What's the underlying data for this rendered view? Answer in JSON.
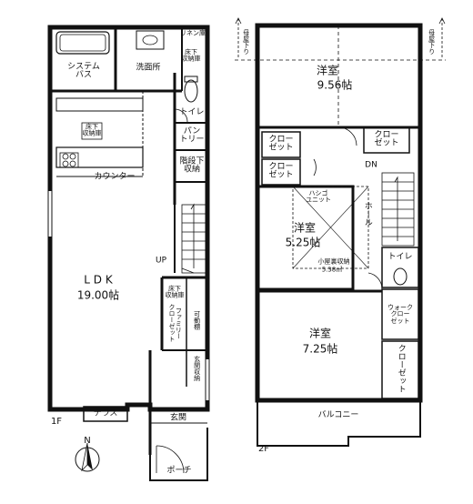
{
  "floor1": {
    "floor_label": "1F",
    "rooms": {
      "system_bath": "システム\nバス",
      "washroom": "洗面所",
      "linen": "リネン庫",
      "underfloor_storage_top": "床下\n収納庫",
      "toilet": "トイレ",
      "pantry": "パン\nトリー",
      "underfloor_kitchen": "床下\n収納庫",
      "counter": "カウンター",
      "under_stair_storage": "階段下\n収納",
      "up": "UP",
      "ldk_name": "L D K",
      "ldk_size": "19.00帖",
      "underfloor_storage_family": "床下\n収納庫",
      "family_closet": "ファミリー\nクローゼット",
      "movable_shelf": "可動棚",
      "entry_storage": "玄関収納",
      "terrace": "テラス",
      "entrance": "玄関",
      "porch": "ポーチ"
    }
  },
  "floor2": {
    "floor_label": "2F",
    "rooms": {
      "western_room_1_name": "洋室",
      "western_room_1_size": "9.56帖",
      "eave_left": "母屋下り",
      "eave_right": "母屋下り",
      "closet_a": "クロー\nゼット",
      "closet_b": "クロー\nゼット",
      "closet_c": "クロー\nゼット",
      "dn": "DN",
      "hatch": "ハシゴ\nユニット",
      "hall": "ホール",
      "western_room_2_name": "洋室",
      "western_room_2_size": "5.25帖",
      "attic_storage": "小屋裏収納",
      "attic_size": "5.38㎡",
      "toilet": "トイレ",
      "closet_d": "ウォーク\nクロー\nゼット",
      "western_room_3_name": "洋室",
      "western_room_3_size": "7.25帖",
      "closet_e": "クローゼット",
      "balcony": "バルコニー"
    }
  },
  "compass": {
    "north": "N"
  }
}
